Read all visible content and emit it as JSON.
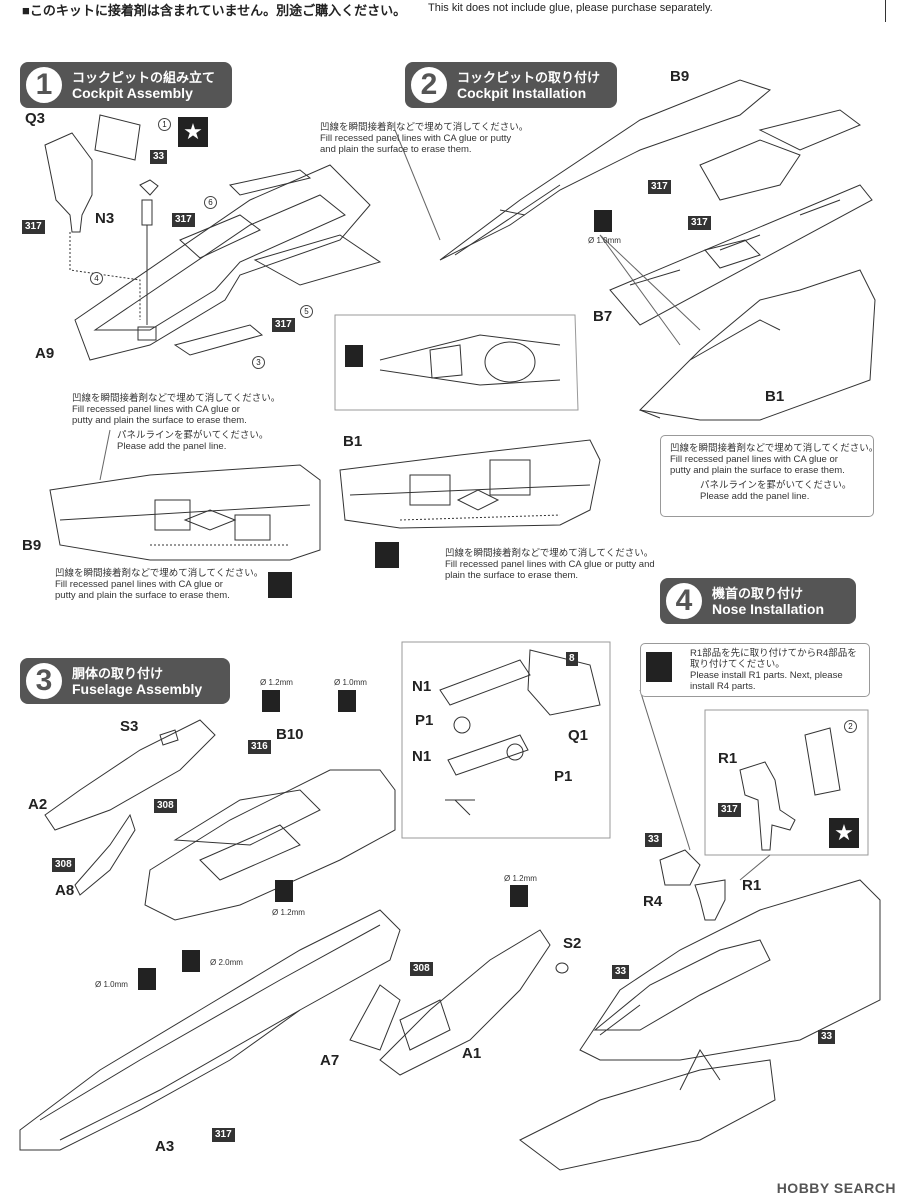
{
  "header": {
    "jp": "■このキットに接着剤は含まれていません。別途ご購入ください。",
    "en": "This kit does not include glue, please purchase separately."
  },
  "steps": [
    {
      "num": "1",
      "jp": "コックピットの組み立て",
      "en": "Cockpit Assembly"
    },
    {
      "num": "2",
      "jp": "コックピットの取り付け",
      "en": "Cockpit Installation"
    },
    {
      "num": "3",
      "jp": "胴体の取り付け",
      "en": "Fuselage Assembly"
    },
    {
      "num": "4",
      "jp": "機首の取り付け",
      "en": "Nose Installation"
    }
  ],
  "notes": {
    "fill_jp": "凹線を瞬間接着剤などで埋めて消してください。",
    "fill_en1": "Fill recessed panel lines with CA glue or putty",
    "fill_en2": "and plain the surface to erase them.",
    "fill_en_short1": "Fill recessed panel lines with CA glue or",
    "fill_en_short2": "putty and plain the surface to erase them.",
    "fill_en_mid1": "Fill recessed panel lines with CA glue or putty and",
    "fill_en_mid2": "plain the surface to erase them.",
    "panel_jp": "パネルラインを罫がいてください。",
    "panel_en": "Please add the panel line.",
    "r1_jp1": "R1部品を先に取り付けてからR4部品を",
    "r1_jp2": "取り付けてください。",
    "r1_en1": "Please install R1 parts. Next, please",
    "r1_en2": "install R4 parts."
  },
  "labels": {
    "Q3": "Q3",
    "N3": "N3",
    "A9": "A9",
    "B9": "B9",
    "B7": "B7",
    "B1": "B1",
    "B10": "B10",
    "S3": "S3",
    "A2": "A2",
    "A8": "A8",
    "A7": "A7",
    "A3": "A3",
    "A1": "A1",
    "S2": "S2",
    "N1": "N1",
    "P1": "P1",
    "Q1": "Q1",
    "R1": "R1",
    "R4": "R4"
  },
  "parts": {
    "p317": "317",
    "p33": "33",
    "p316": "316",
    "p308": "308",
    "p8": "8"
  },
  "circled": {
    "c1": "1",
    "c2": "2",
    "c3": "3",
    "c4": "4",
    "c5": "5",
    "c6": "6"
  },
  "drills": {
    "d10": "Ø 1.0mm",
    "d12": "Ø 1.2mm",
    "d20": "Ø 2.0mm"
  },
  "star": "★",
  "watermark": "HOBBY SEARCH",
  "colors": {
    "step_bg": "#555555",
    "part_bg": "#333333"
  }
}
